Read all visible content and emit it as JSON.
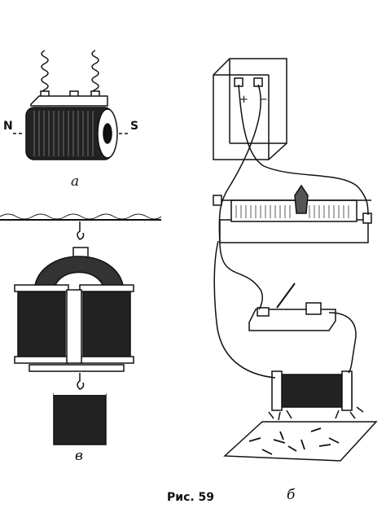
{
  "figure": {
    "caption": "Рис. 59",
    "labels": {
      "a": "а",
      "b": "б",
      "v": "в"
    },
    "poles": {
      "north": "N",
      "south": "S"
    },
    "battery": {
      "plus": "+",
      "minus": "−"
    },
    "colors": {
      "ink": "#111111",
      "paper": "#ffffff",
      "shade": "#444444"
    }
  }
}
